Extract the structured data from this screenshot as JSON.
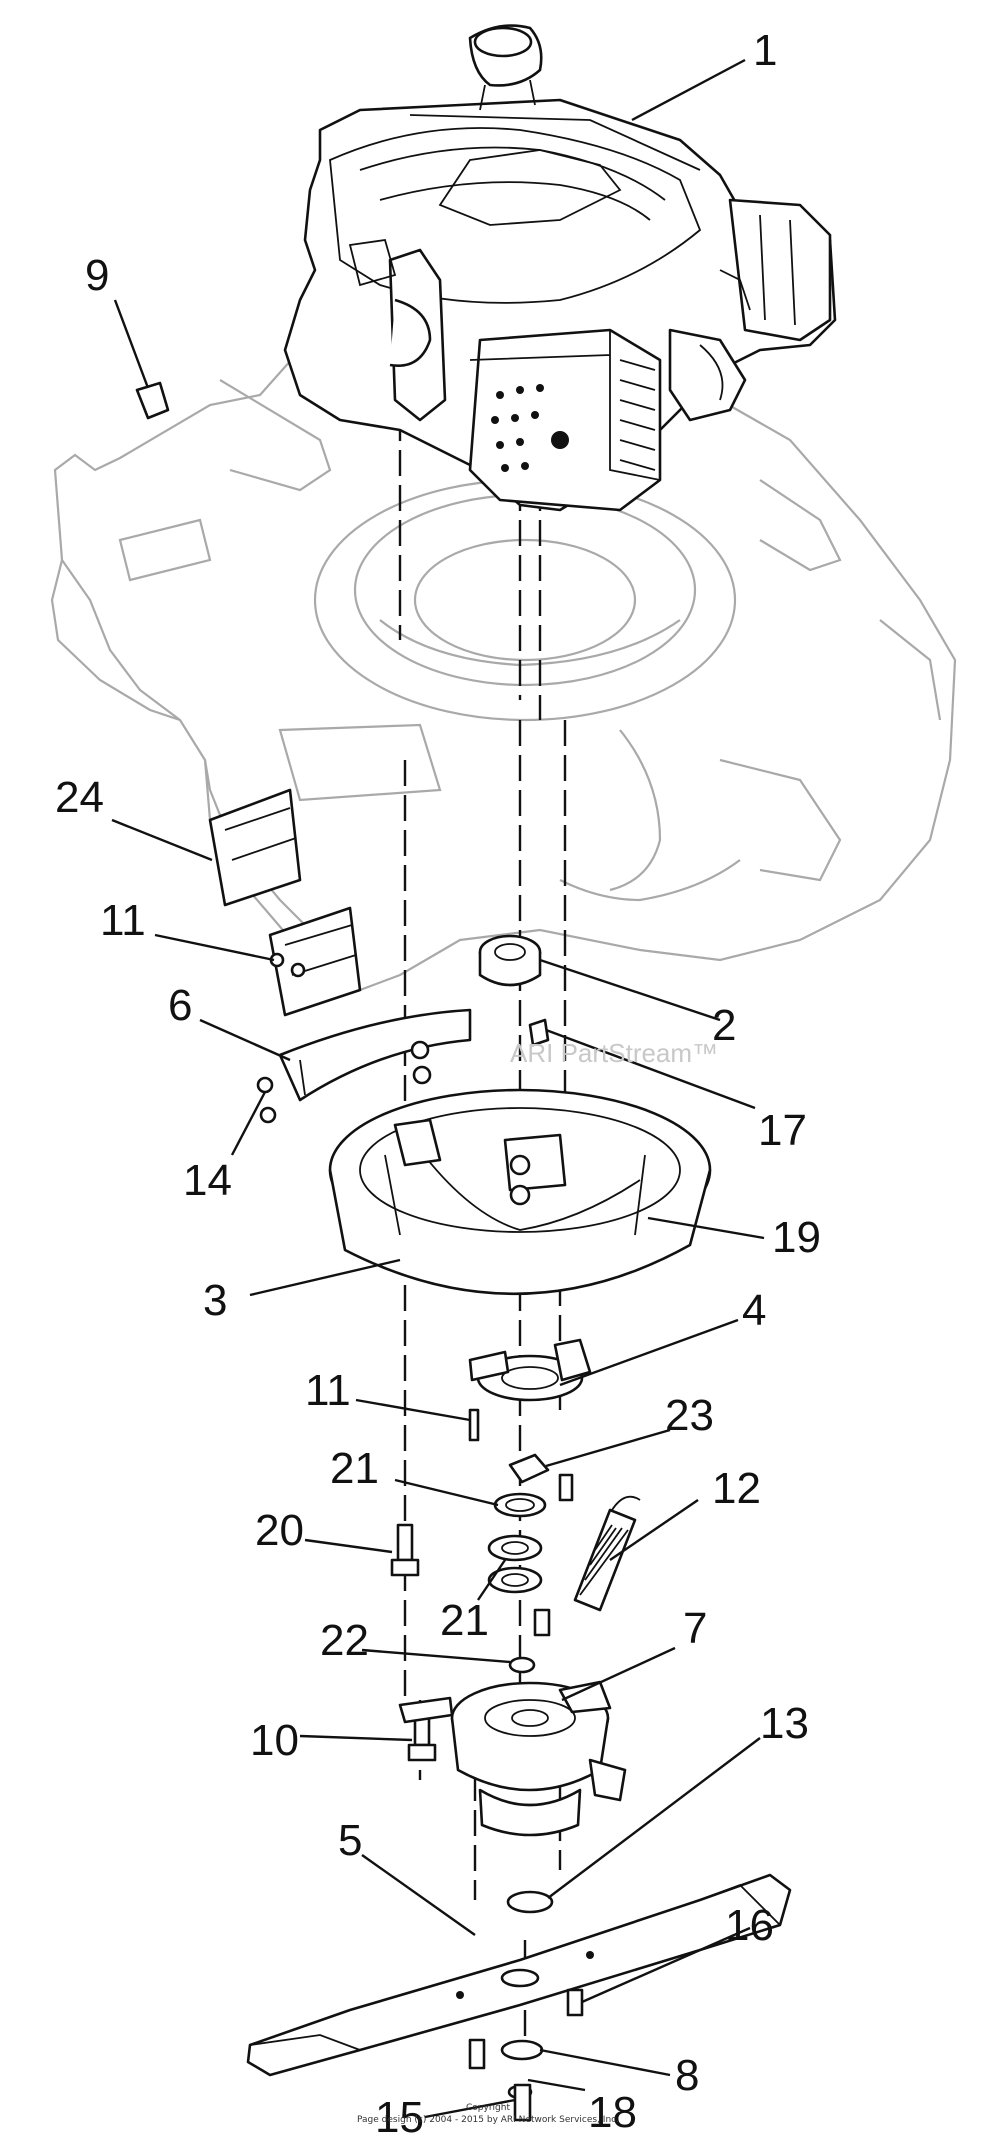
{
  "callouts": {
    "n1": "1",
    "n2": "2",
    "n3": "3",
    "n4": "4",
    "n5": "5",
    "n6": "6",
    "n7": "7",
    "n8": "8",
    "n9": "9",
    "n10": "10",
    "n11a": "11",
    "n11b": "11",
    "n12": "12",
    "n13": "13",
    "n14": "14",
    "n15": "15",
    "n16": "16",
    "n17": "17",
    "n18": "18",
    "n19": "19",
    "n20": "20",
    "n21a": "21",
    "n21b": "21",
    "n22": "22",
    "n23": "23",
    "n24": "24"
  },
  "watermark": "ARI PartStream™",
  "copyright": {
    "line1": "Copyright",
    "line2": "Page design (c) 2004 - 2015 by ARI Network Services, Inc."
  }
}
